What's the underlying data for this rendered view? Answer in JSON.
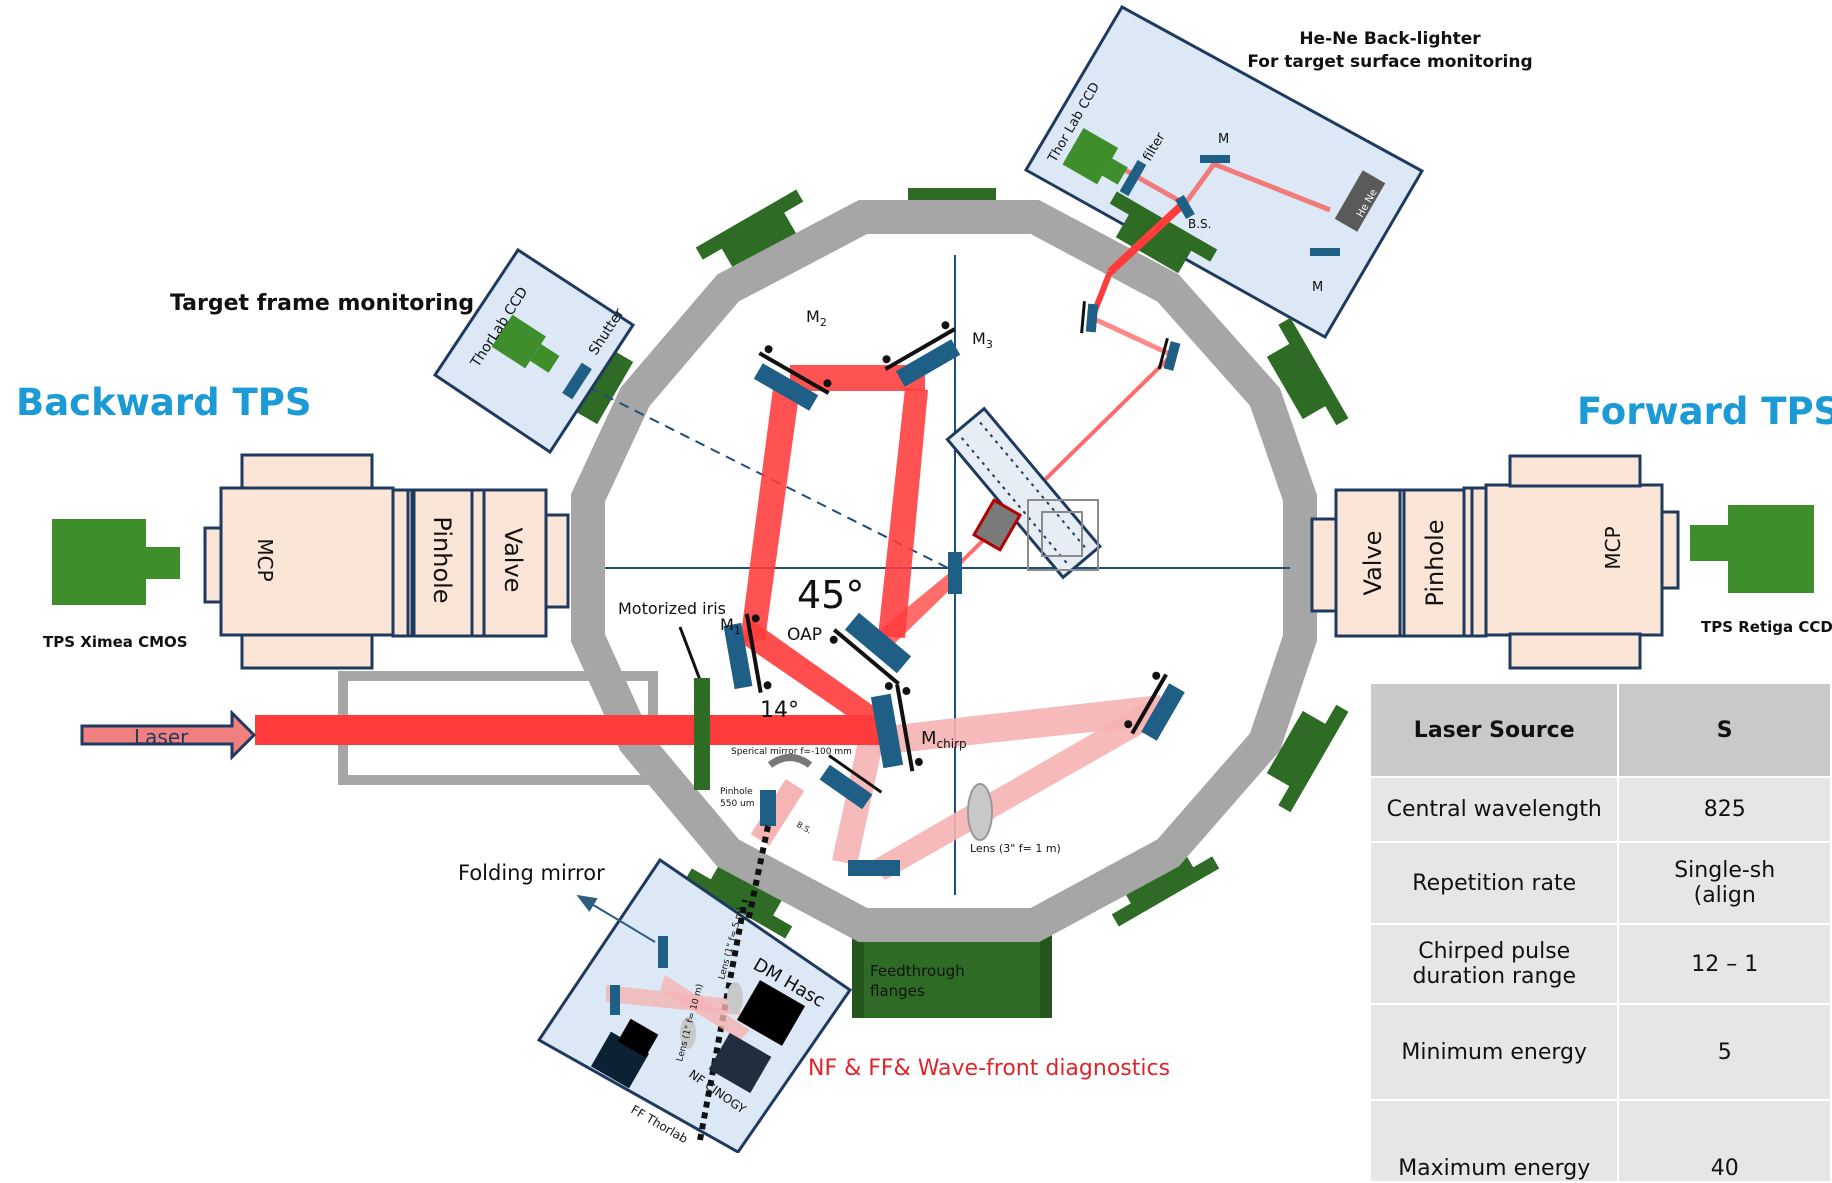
{
  "labels": {
    "backward_tps": "Backward TPS",
    "forward_tps": "Forward TPS",
    "target_frame_monitoring": "Target frame monitoring",
    "backlighter_line1": "He-Ne Back-lighter",
    "backlighter_line2": "For target surface monitoring",
    "ximea": "TPS Ximea CMOS",
    "retiga": "TPS Retiga CCD",
    "mcp_left": "MCP",
    "pinhole_left": "Pinhole",
    "valve_left": "Valve",
    "mcp_right": "MCP",
    "pinhole_right": "Pinhole",
    "valve_right": "Valve",
    "laser": "Laser",
    "thorlab_ccd_left": "ThorLab CCD",
    "shutter": "Shutter",
    "thorlab_ccd_top": "Thor Lab CCD",
    "filter": "filter",
    "m_top1": "M",
    "m_top2": "M",
    "bs_top": "B.S.",
    "hene": "He Ne",
    "m2": "M",
    "m2_sub": "2",
    "m3": "M",
    "m3_sub": "3",
    "m1": "M",
    "m1_sub": "1",
    "angle45": "45°",
    "angle14": "14°",
    "oap": "OAP",
    "motorized_iris": "Motorized iris",
    "mchirp": "M",
    "mchirp_sub": "chirp",
    "sperical_mirror": "Sperical mirror f=-100 mm",
    "pinhole_550": "Pinhole",
    "pinhole_550_b": "550 um",
    "bs_small": "B.S.",
    "lens_3in": "Lens (3\" f= 1 m)",
    "folding_mirror": "Folding mirror",
    "feedthrough_1": "Feedthrough",
    "feedthrough_2": "flanges",
    "nf_ff": "NF & FF& Wave-front diagnostics",
    "dm_hasc": "DM Hasc",
    "nf_cinogy": "NF CINOGY",
    "ff_thorlab": "FF Thorlab",
    "lens_5m": "Lens (1\" f= 5 m)",
    "lens_10m": "Lens (1\" f= 10 m)"
  },
  "table": {
    "header": [
      "Laser Source",
      "S"
    ],
    "rows": [
      [
        "Central wavelength",
        "825"
      ],
      [
        "Repetition rate",
        "Single-sh\n(align"
      ],
      [
        "Chirped pulse duration range",
        "12 – 1"
      ],
      [
        "Minimum energy",
        "5"
      ],
      [
        "Maximum energy",
        "40"
      ]
    ]
  },
  "colors": {
    "tps_blue": "#1b9ad6",
    "laser_red": "#ff3b3b",
    "chamber_gray": "#a6a6a6",
    "flange_green": "#2e6b25",
    "panel_blue": "#dce8f5",
    "detector_peach": "#fbe5d6",
    "nf_red": "#e0242a"
  }
}
